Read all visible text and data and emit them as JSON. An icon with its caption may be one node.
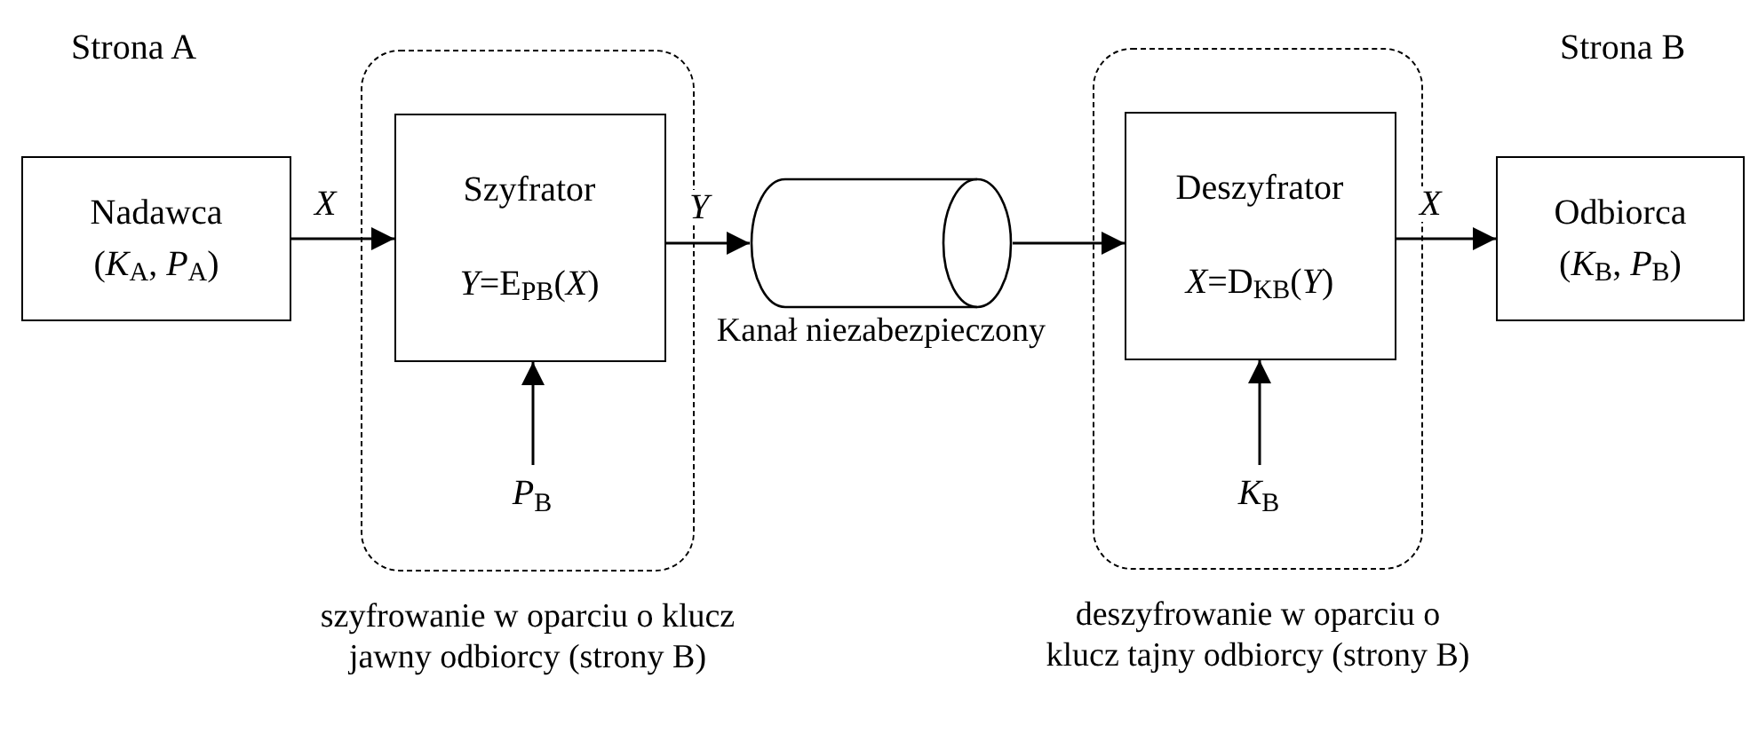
{
  "diagram": {
    "nodes": [
      {
        "text": [],
        "shape": "box",
        "beside": [
          "szyfrowanie w oparciu o klucz jawny odbiorcy (strony B)"
        ]
      },
      {
        "text": [
          "Nadawca",
          "(*K*$_{A}$, *P*$_{A}$)"
        ]
      },
      {
        "text": [
          "Szyfrator",
          "*Y*=E$_{PB}$(*X*)"
        ],
        "in": 0
      },
      {
        "text": [
          "*P*$_{B}$"
        ],
        "in": 0
      },
      {
        "text": [],
        "shape": "cylinder",
        "beside": [
          "Kanał niezabezpieczony"
        ]
      },
      {
        "text": [],
        "shape": "box",
        "beside": [
          "deszyfrowanie w oparciu o klucz tajny odbiorcy (strony B)"
        ]
      },
      {
        "text": [
          "Deszyfrator",
          "*X*=D$_{KB}$(*Y*)"
        ],
        "in": 5
      },
      {
        "text": [
          "*K*$_{B}$"
        ],
        "in": 5
      },
      {
        "text": [
          "Odbiorca",
          "(*K*$_{B}$, *P*$_{B}$)"
        ]
      }
    ],
    "edges": [
      {
        "from": 1,
        "to": 2,
        "arrow": "to",
        "label": "*X*"
      },
      {
        "from": 2,
        "to": 4,
        "arrow": "to",
        "label": "*Y*"
      },
      {
        "from": 4,
        "to": 6,
        "arrow": "to"
      },
      {
        "from": 6,
        "to": 8,
        "arrow": "to",
        "label": "*X*"
      },
      {
        "from": 3,
        "to": 2,
        "arrow": "to"
      },
      {
        "from": 7,
        "to": 6,
        "arrow": "to"
      }
    ],
    "labels": [
      "Strona A",
      "Strona B"
    ]
  }
}
